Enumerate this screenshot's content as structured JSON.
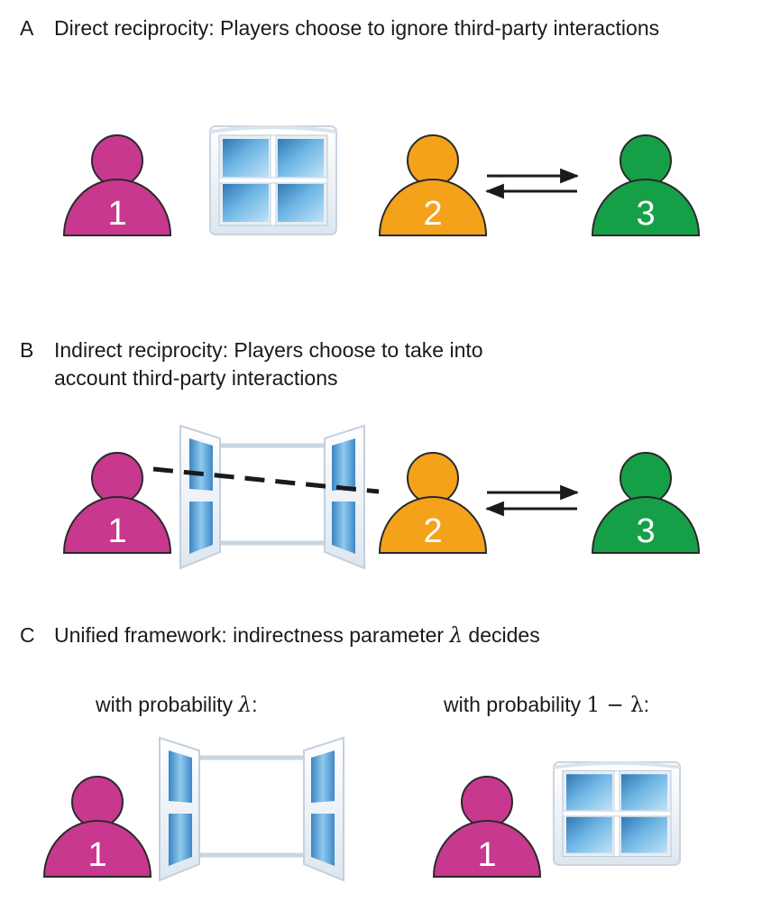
{
  "panels": {
    "a": {
      "letter": "A",
      "title": "Direct reciprocity: Players choose to ignore third-party interactions"
    },
    "b": {
      "letter": "B",
      "title_line1": "Indirect reciprocity: Players choose to take into",
      "title_line2": "account third-party interactions"
    },
    "c": {
      "letter": "C",
      "title_prefix": "Unified framework: indirectness parameter ",
      "title_symbol": "λ",
      "title_suffix": " decides",
      "left_label_prefix": "with probability ",
      "left_label_symbol": "λ",
      "left_label_suffix": ":",
      "right_label_prefix": "with probability ",
      "right_label_math": "1 − λ",
      "right_label_suffix": ":"
    }
  },
  "players": {
    "p1": {
      "label": "1",
      "color": "#c8388f"
    },
    "p2": {
      "label": "2",
      "color": "#f5a21b"
    },
    "p3": {
      "label": "3",
      "color": "#15a047"
    }
  },
  "window": {
    "glass_color": "#5aa7d8",
    "frame_color": "#eef3f8"
  }
}
